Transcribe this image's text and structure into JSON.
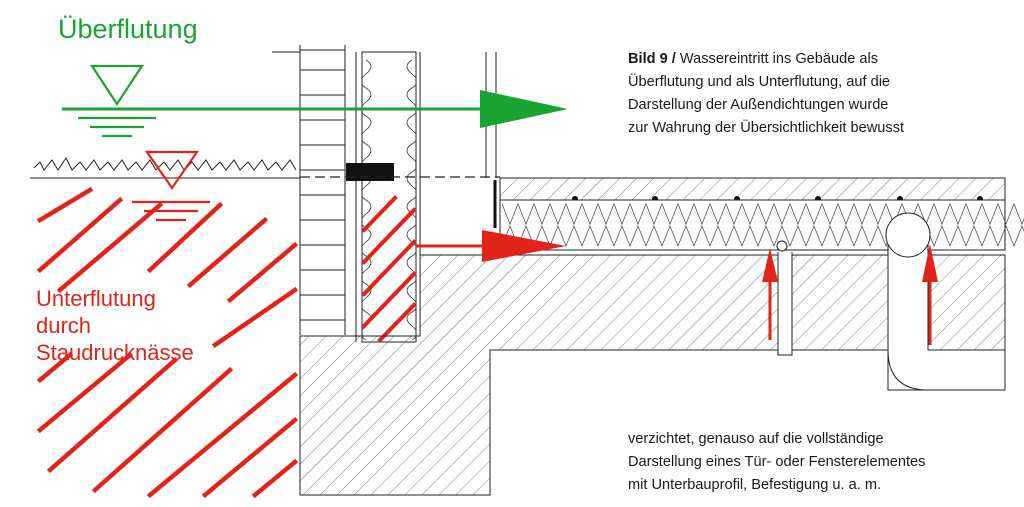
{
  "labels": {
    "ueberflutung": "Überflutung",
    "unterflutung": [
      "Unterflutung",
      "durch",
      "Staudrucknässe"
    ]
  },
  "caption": {
    "figure": "Bild 9 /",
    "lines_top": [
      "Wassereintritt ins Gebäude als",
      "Überflutung und als Unterflutung, auf die",
      "Darstellung der Außendichtungen wurde",
      "zur Wahrung der Übersichtlichkeit bewusst"
    ],
    "lines_bottom": [
      "verzichtet, genauso auf die vollständige",
      "Darstellung eines Tür- oder Fensterelementes",
      "mit Unterbauprofil, Befestigung u. a. m."
    ]
  },
  "colors": {
    "green": "#1aa532",
    "red": "#e2231a",
    "line": "#1a1a1a"
  }
}
